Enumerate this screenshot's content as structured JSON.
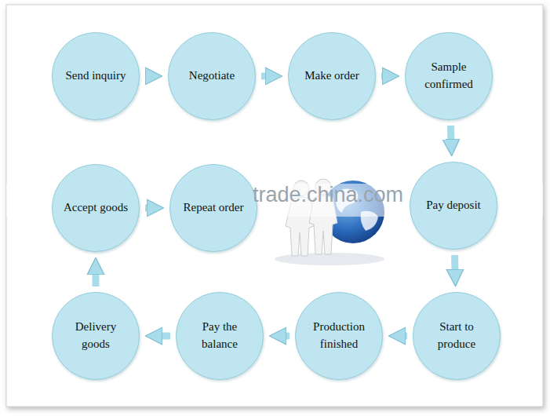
{
  "diagram": {
    "nodes": [
      {
        "text": [
          "Send inquiry"
        ]
      },
      {
        "text": [
          "Negotiate"
        ]
      },
      {
        "text": [
          "Make order"
        ]
      },
      {
        "text": [
          "Sample confirmed"
        ]
      },
      {
        "text": [
          "Pay deposit"
        ]
      },
      {
        "text": [
          "Start to produce"
        ]
      },
      {
        "text": [
          "Production finished"
        ]
      },
      {
        "text": [
          "Pay the balance"
        ]
      },
      {
        "text": [
          "Delivery goods"
        ]
      },
      {
        "text": [
          "Accept goods"
        ]
      },
      {
        "text": [
          "Repeat order"
        ]
      }
    ],
    "edges": [
      {
        "from": 0,
        "to": 1,
        "arrow": "to"
      },
      {
        "from": 1,
        "to": 2,
        "arrow": "to"
      },
      {
        "from": 2,
        "to": 3,
        "arrow": "to"
      },
      {
        "from": 3,
        "to": 4,
        "arrow": "to"
      },
      {
        "from": 4,
        "to": 5,
        "arrow": "to"
      },
      {
        "from": 5,
        "to": 6,
        "arrow": "to"
      },
      {
        "from": 6,
        "to": 7,
        "arrow": "to"
      },
      {
        "from": 7,
        "to": 8,
        "arrow": "to"
      },
      {
        "from": 8,
        "to": 9,
        "arrow": "to"
      },
      {
        "from": 9,
        "to": 10,
        "arrow": "to"
      }
    ],
    "labels": [
      "trade.china.com"
    ]
  }
}
